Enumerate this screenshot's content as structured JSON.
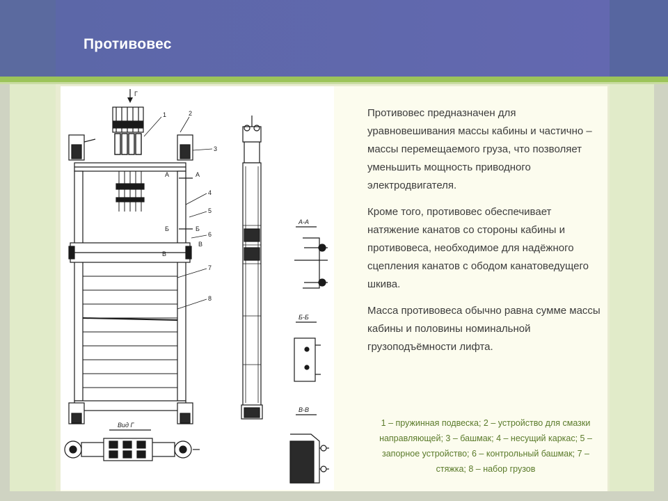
{
  "slide": {
    "title": "Противовес",
    "paragraphs": [
      "Противовес предназначен для уравновешивания массы кабины и частично – массы перемещаемого груза, что позволяет уменьшить мощность приводного электродвигателя.",
      "Кроме того, противовес обеспечивает натяжение канатов со стороны кабины и противовеса, необходимое для надёжного сцепления канатов с ободом канатоведущего шкива.",
      "Масса противовеса обычно равна сумме массы кабины и половины номинальной грузоподъёмности лифта."
    ],
    "caption": "1 – пружинная подвеска; 2 – устройство для смазки направляющей; 3 – башмак; 4 – несущий каркас; 5 – запорное устройство; 6 – контрольный башмак; 7 – стяжка; 8 – набор грузов"
  },
  "figure": {
    "callouts": [
      "1",
      "2",
      "3",
      "4",
      "5",
      "6",
      "7",
      "8"
    ],
    "arrow_label": "Г",
    "section_marks": [
      "А",
      "А",
      "Б",
      "Б",
      "В",
      "В"
    ],
    "section_titles": [
      "А-А",
      "Б-Б",
      "В-В"
    ],
    "view_label": "Вид Г"
  },
  "colors": {
    "header": "#6368b0",
    "accent": "#9cc45a",
    "caption": "#5a7a2a"
  }
}
